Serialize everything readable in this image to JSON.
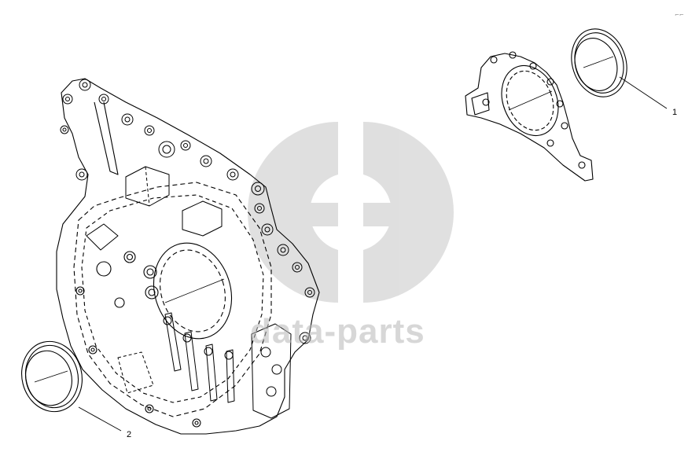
{
  "callouts": [
    {
      "id": "1",
      "label": "1"
    },
    {
      "id": "2",
      "label": "2"
    }
  ],
  "corner_mark": "⌐⌐",
  "watermark": {
    "text": "data-parts",
    "color": "#b7b7b7"
  },
  "colors": {
    "line": "#000000",
    "background": "#ffffff",
    "watermark": "#c4c4c4"
  }
}
